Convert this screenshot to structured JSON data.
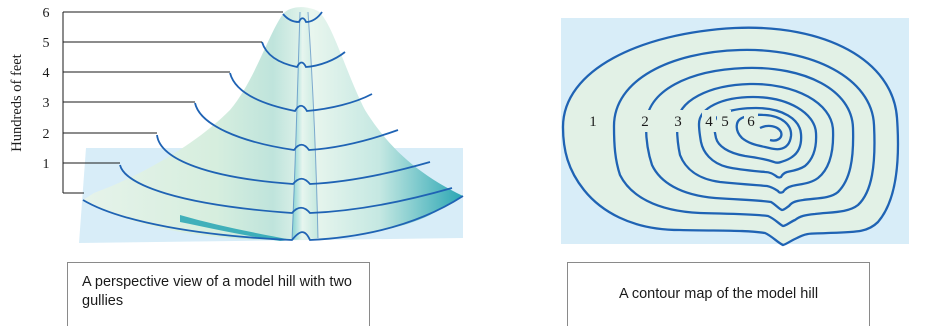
{
  "perspective_view": {
    "axis_label": "Hundreds of feet",
    "tick_labels": [
      "1",
      "2",
      "3",
      "4",
      "5",
      "6"
    ]
  },
  "contour_map": {
    "contour_labels": [
      "1",
      "2",
      "3",
      "4",
      "5",
      "6"
    ]
  },
  "captions": {
    "left": "A perspective view of a model hill with two gullies",
    "right": "A contour map of the model hill"
  },
  "colors": {
    "contour_line": "#1f63b4",
    "hill_surface": "#e2f1e6",
    "hill_shadow": "#18a5b3",
    "ground_plane": "#d8edf8"
  }
}
